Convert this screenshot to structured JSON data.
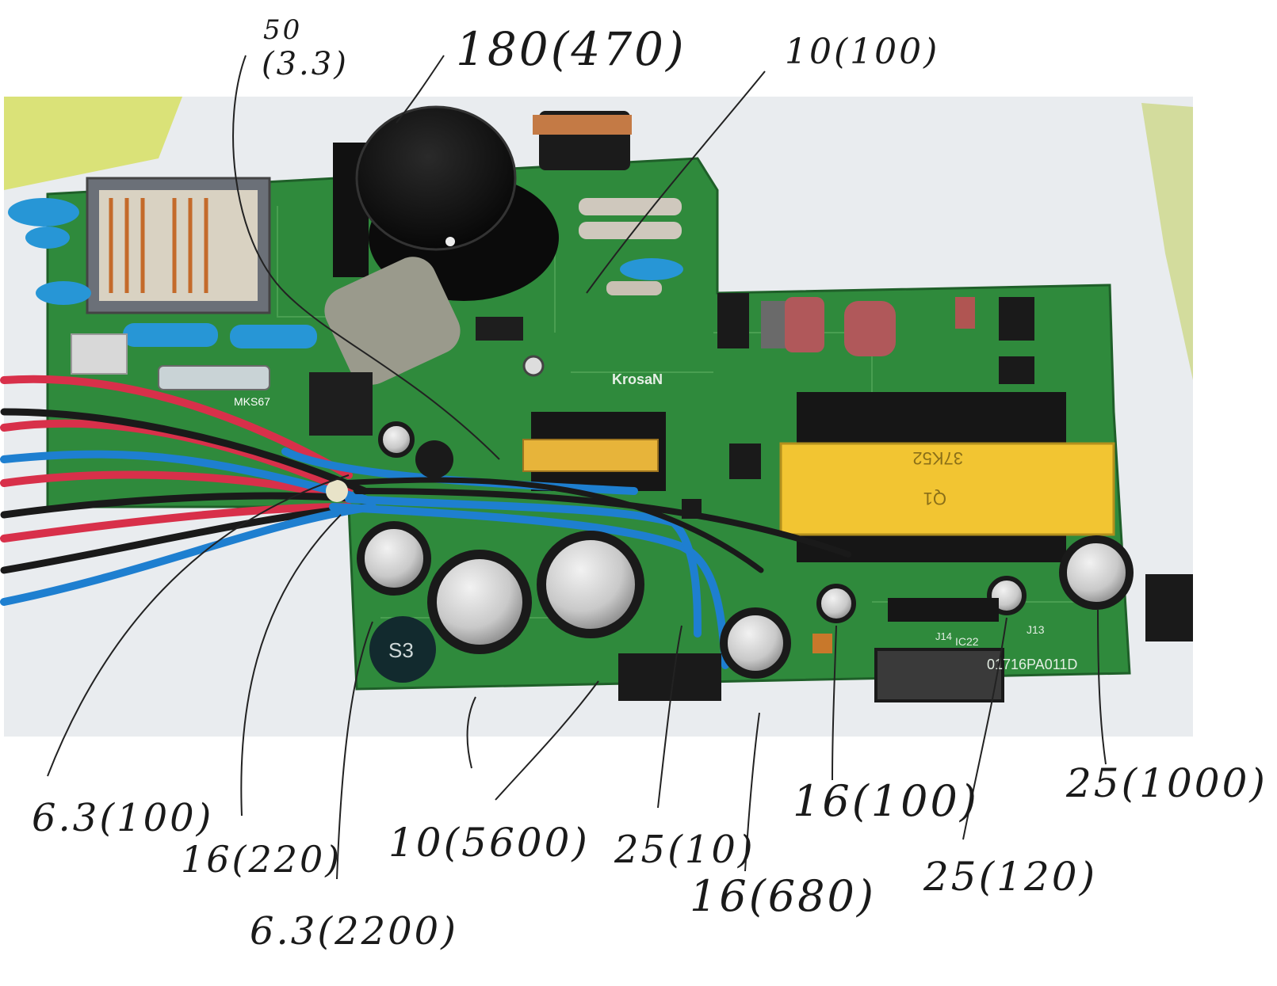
{
  "annotations": {
    "top_left_voltage": "50",
    "top_left_cap": "(3.3)",
    "top_big_cap": "180(470)",
    "top_right_cap": "10(100)",
    "bottom_1": "6.3(100)",
    "bottom_2": "16(220)",
    "bottom_3": "6.3(2200)",
    "bottom_4": "10(5600)",
    "bottom_5": "25(10)",
    "bottom_6": "16(680)",
    "bottom_7": "16(100)",
    "bottom_8": "25(120)",
    "bottom_9": "25(1000)"
  },
  "board_labels": {
    "brand": "KrosaN",
    "left_mark": "MKS67",
    "coil_marking": "S3",
    "transformer_marking": "37K52",
    "transformer_tag": "Q1",
    "board_code": "01716PA011D",
    "ref_ic22": "IC22",
    "ref_j13": "J13",
    "ref_j14": "J14"
  },
  "colors": {
    "pcb": "#2f8a3c",
    "wire_blue": "#1e7fd0",
    "wire_red": "#d8304a",
    "ink": "#1a1a1a"
  }
}
